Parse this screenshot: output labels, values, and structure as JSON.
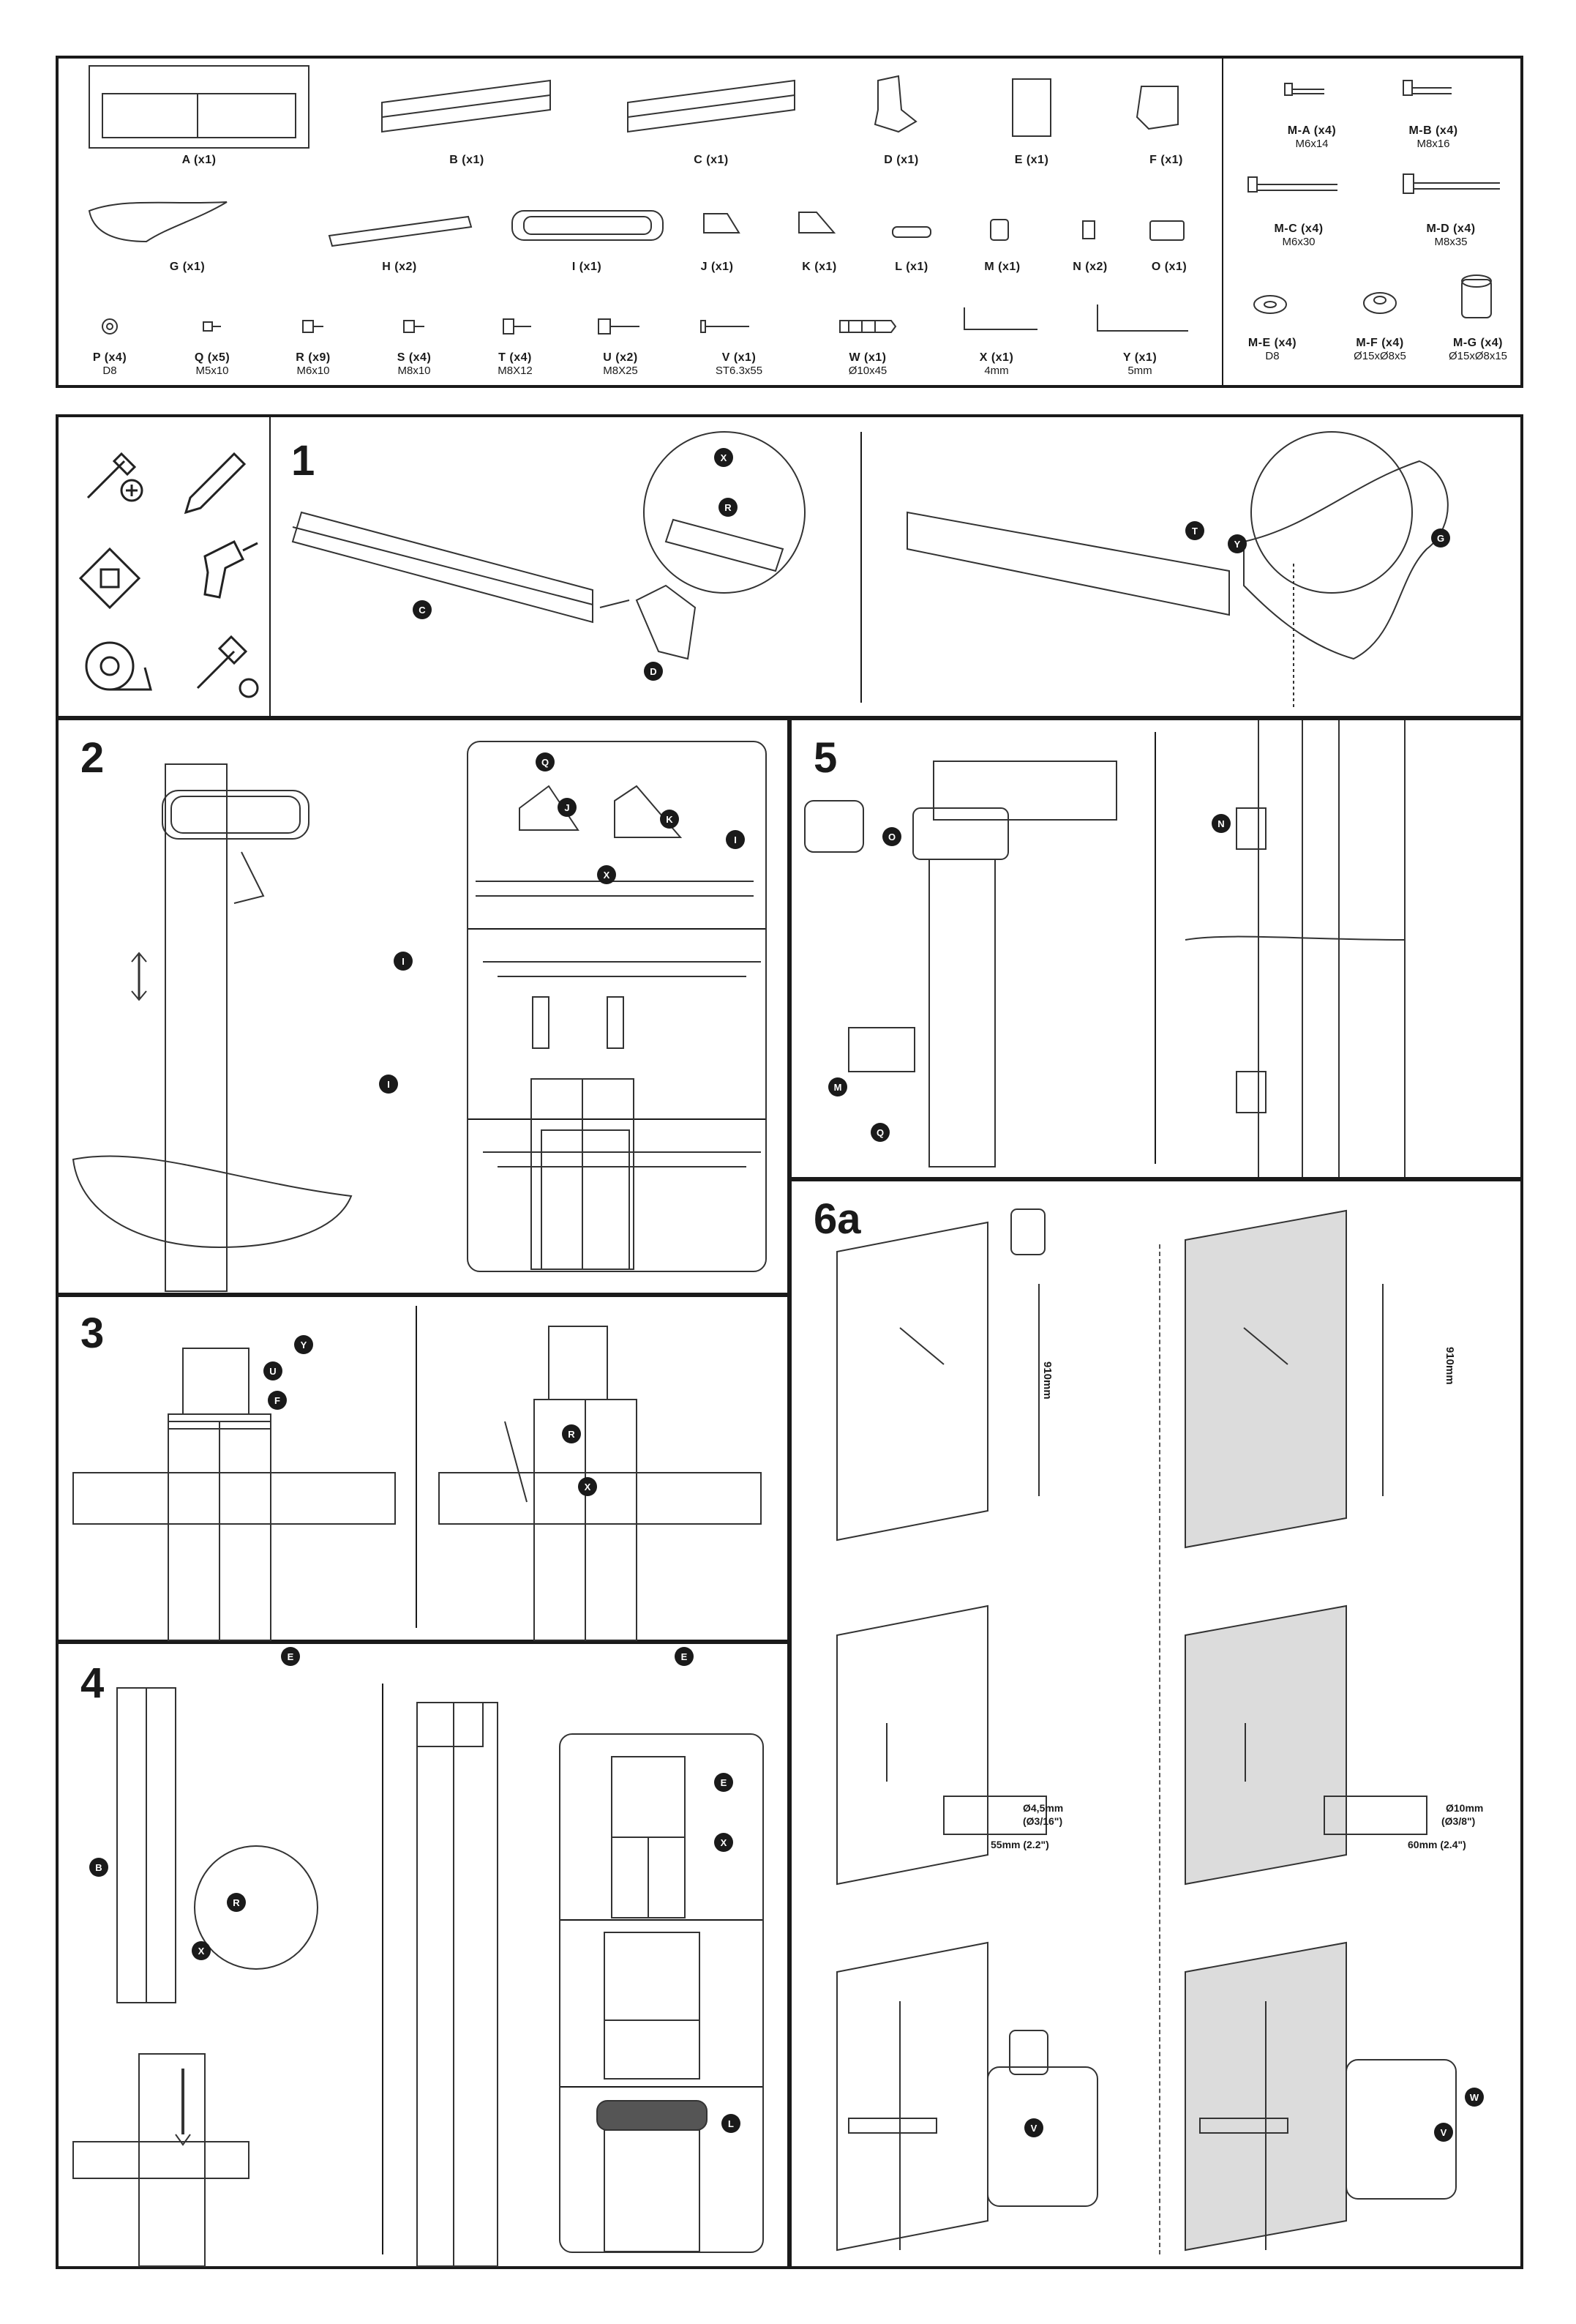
{
  "parts_left": [
    {
      "name": "A (x1)"
    },
    {
      "name": "B (x1)"
    },
    {
      "name": "C (x1)"
    },
    {
      "name": "D (x1)"
    },
    {
      "name": "E (x1)"
    },
    {
      "name": "F (x1)"
    },
    {
      "name": "G (x1)"
    },
    {
      "name": "H (x2)"
    },
    {
      "name": "I (x1)"
    },
    {
      "name": "J (x1)"
    },
    {
      "name": "K (x1)"
    },
    {
      "name": "L (x1)"
    },
    {
      "name": "M (x1)"
    },
    {
      "name": "N (x2)"
    },
    {
      "name": "O (x1)"
    },
    {
      "name": "P (x4)",
      "spec": "D8"
    },
    {
      "name": "Q (x5)",
      "spec": "M5x10"
    },
    {
      "name": "R (x9)",
      "spec": "M6x10"
    },
    {
      "name": "S (x4)",
      "spec": "M8x10"
    },
    {
      "name": "T (x4)",
      "spec": "M8X12"
    },
    {
      "name": "U (x2)",
      "spec": "M8X25"
    },
    {
      "name": "V (x1)",
      "spec": "ST6.3x55"
    },
    {
      "name": "W (x1)",
      "spec": "Ø10x45"
    },
    {
      "name": "X (x1)",
      "spec": "4mm"
    },
    {
      "name": "Y (x1)",
      "spec": "5mm"
    }
  ],
  "parts_right": [
    {
      "name": "M-A (x4)",
      "spec": "M6x14"
    },
    {
      "name": "M-B (x4)",
      "spec": "M8x16"
    },
    {
      "name": "M-C (x4)",
      "spec": "M6x30"
    },
    {
      "name": "M-D (x4)",
      "spec": "M8x35"
    },
    {
      "name": "M-E (x4)",
      "spec": "D8"
    },
    {
      "name": "M-F (x4)",
      "spec": "Ø15xØ8x5"
    },
    {
      "name": "M-G (x4)",
      "spec": "Ø15xØ8x15"
    }
  ],
  "tools": [
    "screwdriver-icon",
    "pencil-icon",
    "stud-finder-icon",
    "drill-icon",
    "tape-measure-icon",
    "socket-wrench-icon"
  ],
  "steps": {
    "s1": "1",
    "s2": "2",
    "s3": "3",
    "s4": "4",
    "s5": "5",
    "s6a": "6a"
  },
  "callouts": {
    "x": "X",
    "y": "Y",
    "r": "R",
    "t": "T",
    "g": "G",
    "c": "C",
    "d": "D",
    "q": "Q",
    "j": "J",
    "k": "K",
    "i": "I",
    "o": "O",
    "m": "M",
    "n": "N",
    "u": "U",
    "f": "F",
    "e": "E",
    "b": "B",
    "l": "L",
    "v": "V",
    "w": "W"
  },
  "dimensions": {
    "height": "910mm",
    "wood_drill": "Ø4,5mm",
    "wood_drill_in": "(Ø3/16\")",
    "wood_depth": "55mm (2.2\")",
    "masonry_drill": "Ø10mm",
    "masonry_drill_in": "(Ø3/8\")",
    "masonry_depth": "60mm (2.4\")"
  }
}
